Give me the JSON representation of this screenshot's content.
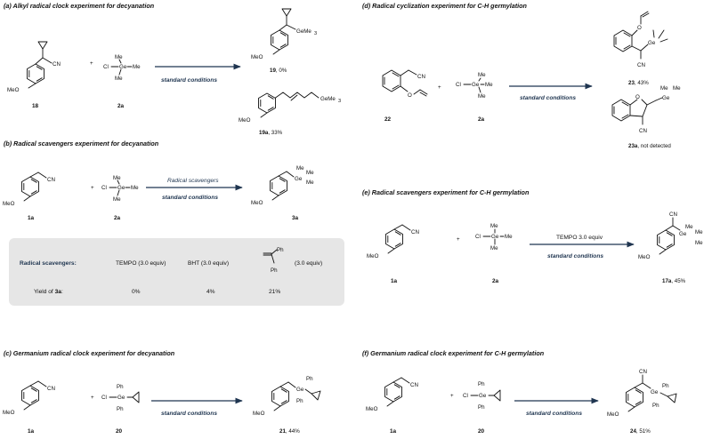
{
  "panels": {
    "a": {
      "title": "(a) Alkyl radical clock experiment for decyanation",
      "substrate_label": "18",
      "reagent_label": "2a",
      "conditions": "standard conditions",
      "product1": {
        "id": "19",
        "yield": ", 0%"
      },
      "product2": {
        "id": "19a",
        "yield": ", 33%"
      }
    },
    "b": {
      "title": "(b) Radical scavengers experiment for decyanation",
      "substrate_label": "1a",
      "reagent_label": "2a",
      "conditions_top": "Radical scavengers",
      "conditions": "standard conditions",
      "product": {
        "id": "3a"
      },
      "table": {
        "header": "Radical scavengers:",
        "scavengers": [
          "TEMPO (3.0 equiv)",
          "BHT (3.0 equiv)",
          "(3.0 equiv)"
        ],
        "yield_label_prefix": "Yield of ",
        "yield_label_id": "3a",
        "yield_label_suffix": ":",
        "yields": [
          "0%",
          "4%",
          "21%"
        ]
      }
    },
    "c": {
      "title": "(c) Germanium radical clock experiment for decyanation",
      "substrate_label": "1a",
      "reagent_label": "20",
      "conditions": "standard conditions",
      "product": {
        "id": "21",
        "yield": ", 44%"
      }
    },
    "d": {
      "title": "(d) Radical cyclization experiment for C-H germylation",
      "substrate_label": "22",
      "reagent_label": "2a",
      "conditions": "standard conditions",
      "product1": {
        "id": "23",
        "yield": ", 43%"
      },
      "product2": {
        "id": "23a",
        "yield": ", not detected"
      }
    },
    "e": {
      "title": "(e) Radical scavengers experiment for C-H germylation",
      "substrate_label": "1a",
      "reagent_label": "2a",
      "conditions_top": "TEMPO 3.0 equiv",
      "conditions": "standard conditions",
      "product": {
        "id": "17a",
        "yield": ", 45%"
      }
    },
    "f": {
      "title": "(f) Germanium radical clock experiment for C-H germylation",
      "substrate_label": "1a",
      "reagent_label": "20",
      "conditions": "standard conditions",
      "product": {
        "id": "24",
        "yield": ", 51%"
      }
    }
  },
  "atoms": {
    "MeO": "MeO",
    "CN": "CN",
    "Cl": "Cl",
    "Ge": "Ge",
    "Me": "Me",
    "Ph": "Ph",
    "GeMe3": "GeMe",
    "sub3": "3",
    "plus": "+",
    "O": "O"
  },
  "colors": {
    "accent": "#1f3550",
    "table_bg": "#e6e6e6"
  }
}
